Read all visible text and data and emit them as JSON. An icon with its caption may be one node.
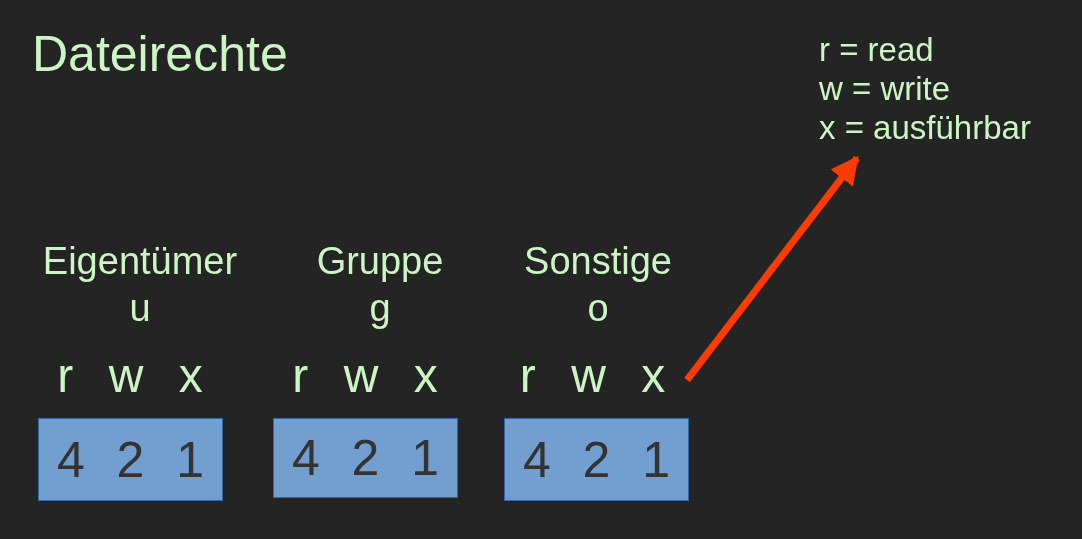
{
  "diagram": {
    "title": "Dateirechte",
    "nodes": [
      {
        "text": [
          "r = read",
          "w = write",
          "x = ausführbar"
        ]
      },
      {
        "text": [
          "r w x"
        ]
      },
      {
        "text": [
          "r w x"
        ]
      },
      {
        "text": [
          "r w x"
        ]
      },
      {
        "text": [
          "4 2 1"
        ]
      },
      {
        "text": [
          "4 2 1"
        ]
      },
      {
        "text": [
          "4 2 1"
        ]
      }
    ],
    "edges": [
      {
        "from": 3,
        "to": 0,
        "arrow": "to"
      }
    ],
    "labels": [
      "Eigentümer",
      "u",
      "Gruppe",
      "g",
      "Sonstige",
      "o"
    ]
  }
}
